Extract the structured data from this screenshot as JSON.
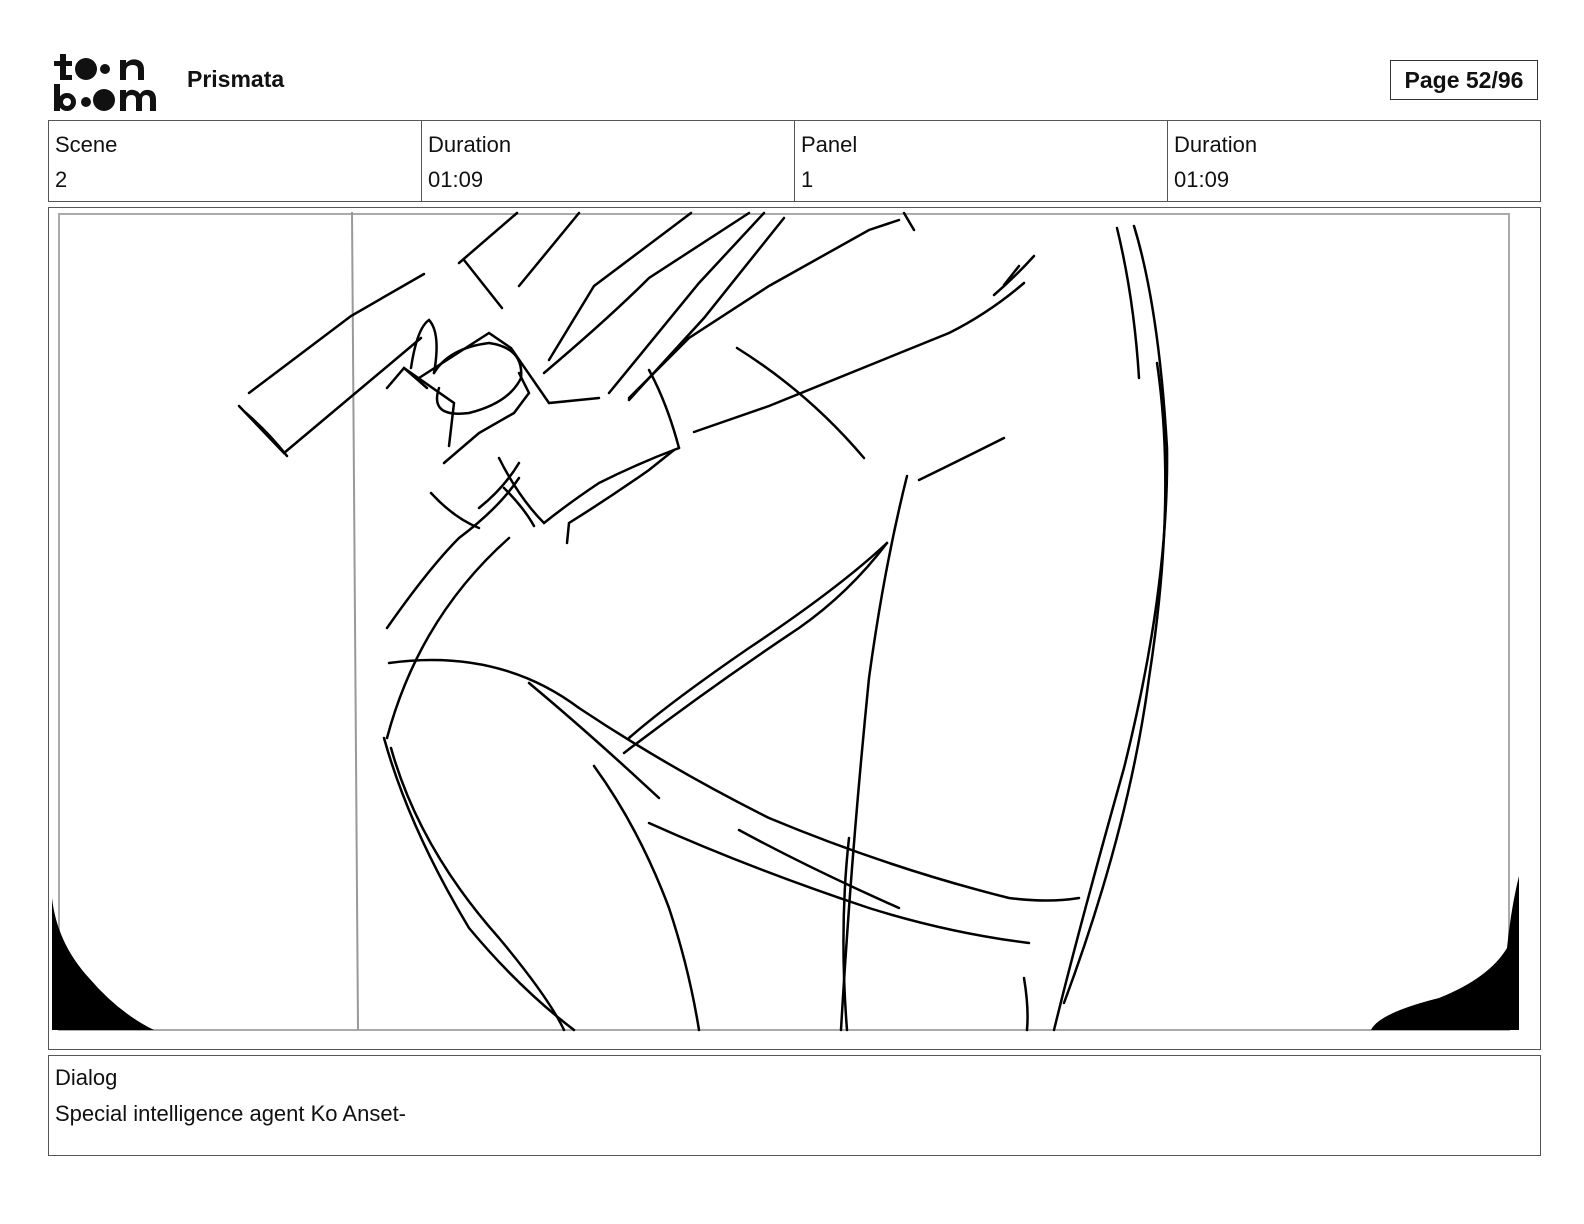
{
  "header": {
    "logo_text": "toon boom",
    "project_name": "Prismata",
    "page_label": "Page 52/96"
  },
  "info": {
    "scene_label": "Scene",
    "scene_value": "2",
    "scene_duration_label": "Duration",
    "scene_duration_value": "01:09",
    "panel_label": "Panel",
    "panel_value": "1",
    "panel_duration_label": "Duration",
    "panel_duration_value": "01:09"
  },
  "dialog": {
    "label": "Dialog",
    "text": "Special intelligence agent Ko Anset-"
  }
}
